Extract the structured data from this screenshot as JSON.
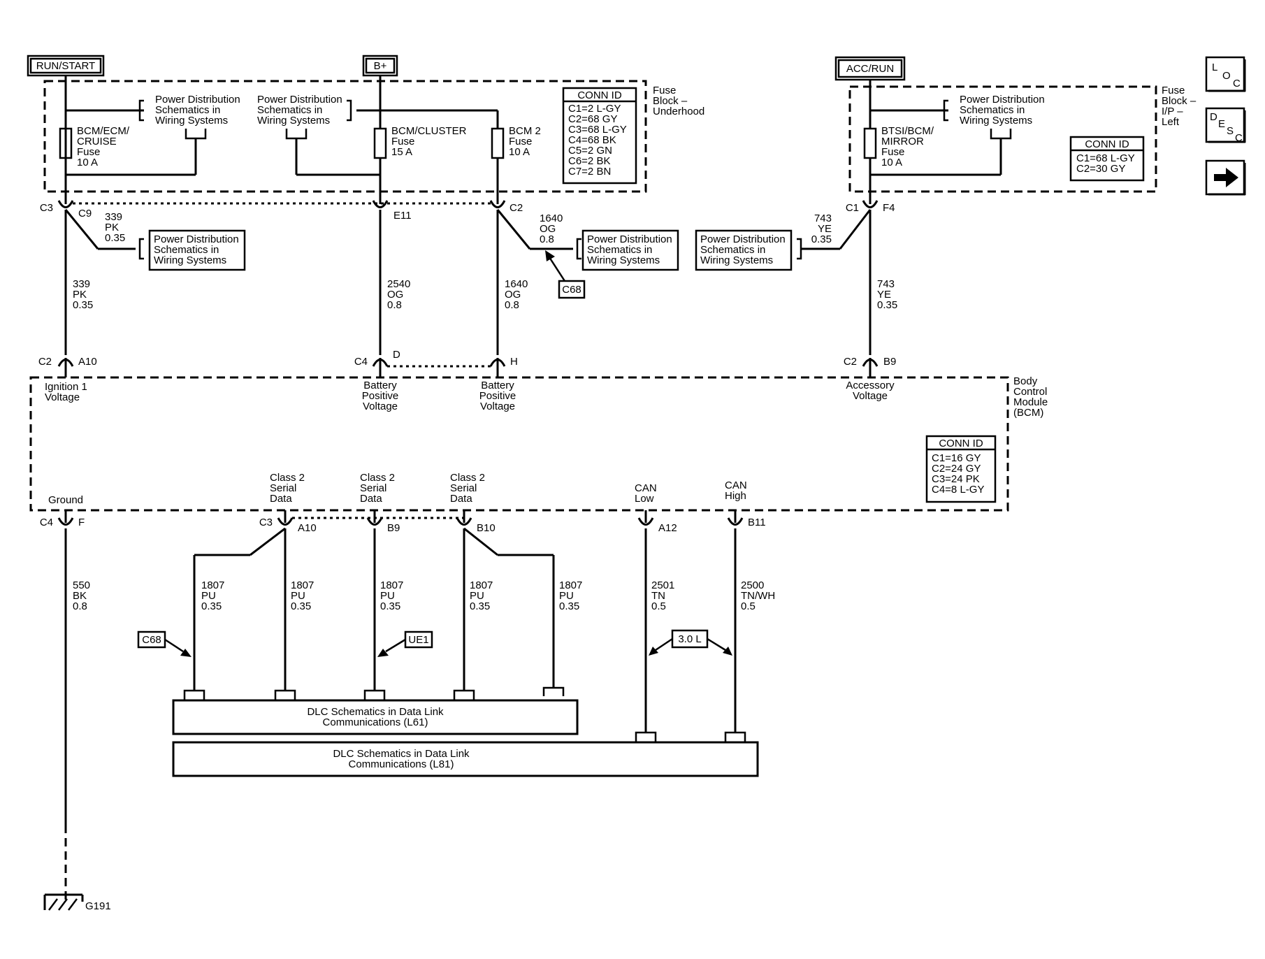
{
  "power_sources": {
    "run_start": "RUN/START",
    "b_plus": "B+",
    "acc_run": "ACC/RUN"
  },
  "nav_buttons": {
    "loc": [
      "L",
      "O",
      "C"
    ],
    "desc": [
      "D",
      "E",
      "S",
      "C"
    ]
  },
  "fuse_block_underhood": {
    "label": [
      "Fuse",
      "Block –",
      "Underhood"
    ],
    "conn_id_title": "CONN ID",
    "conn_id": [
      "C1=2 L-GY",
      "C2=68 GY",
      "C3=68 L-GY",
      "C4=68 BK",
      "C5=2 GN",
      "C6=2 BK",
      "C7=2 BN"
    ],
    "fuse_bcm_ecm": [
      "BCM/ECM/",
      "CRUISE",
      "Fuse",
      "10 A"
    ],
    "fuse_bcm_cluster": [
      "BCM/CLUSTER",
      "Fuse",
      "15 A"
    ],
    "fuse_bcm2": [
      "BCM 2",
      "Fuse",
      "10 A"
    ],
    "pds_1": [
      "Power Distribution",
      "Schematics in",
      "Wiring Systems"
    ],
    "pds_2": [
      "Power Distribution",
      "Schematics in",
      "Wiring Systems"
    ]
  },
  "fuse_block_ip": {
    "label": [
      "Fuse",
      "Block –",
      "I/P –",
      "Left"
    ],
    "conn_id_title": "CONN ID",
    "conn_id": [
      "C1=68 L-GY",
      "C2=30 GY"
    ],
    "fuse_btsi": [
      "BTSI/BCM/",
      "MIRROR",
      "Fuse",
      "10 A"
    ],
    "pds": [
      "Power Distribution",
      "Schematics in",
      "Wiring Systems"
    ]
  },
  "pds_boxes": {
    "left": [
      "Power Distribution",
      "Schematics in",
      "Wiring Systems"
    ],
    "mid": [
      "Power Distribution",
      "Schematics in",
      "Wiring Systems"
    ],
    "right": [
      "Power Distribution",
      "Schematics in",
      "Wiring Systems"
    ]
  },
  "upper_pins": {
    "c3": "C3",
    "c9": "C9",
    "e11": "E11",
    "c2": "C2",
    "c1": "C1",
    "f4": "F4"
  },
  "upper_wires": {
    "w339_branch": [
      "339",
      "PK",
      "0.35"
    ],
    "w339": [
      "339",
      "PK",
      "0.35"
    ],
    "w2540": [
      "2540",
      "OG",
      "0.8"
    ],
    "w1640": [
      "1640",
      "OG",
      "0.8"
    ],
    "w1640_branch": [
      "1640",
      "OG",
      "0.8"
    ],
    "w743": [
      "743",
      "YE",
      "0.35"
    ],
    "w743_branch": [
      "743",
      "YE",
      "0.35"
    ]
  },
  "c68_tag_upper": "C68",
  "bcm": {
    "label": [
      "Body",
      "Control",
      "Module",
      "(BCM)"
    ],
    "conn_id_title": "CONN ID",
    "conn_id": [
      "C1=16 GY",
      "C2=24 GY",
      "C3=24 PK",
      "C4=8 L-GY"
    ],
    "ignition": [
      "Ignition 1",
      "Voltage"
    ],
    "batt1": [
      "Battery",
      "Positive",
      "Voltage"
    ],
    "batt2": [
      "Battery",
      "Positive",
      "Voltage"
    ],
    "accessory": [
      "Accessory",
      "Voltage"
    ],
    "ground": "Ground",
    "class2_a": [
      "Class 2",
      "Serial",
      "Data"
    ],
    "class2_b": [
      "Class 2",
      "Serial",
      "Data"
    ],
    "class2_c": [
      "Class 2",
      "Serial",
      "Data"
    ],
    "can_low": [
      "CAN",
      "Low"
    ],
    "can_high": [
      "CAN",
      "High"
    ]
  },
  "bcm_top_pins": {
    "c2": "C2",
    "a10": "A10",
    "c4": "C4",
    "d": "D",
    "h": "H",
    "c2b": "C2",
    "b9": "B9"
  },
  "bcm_bottom_pins": {
    "c4": "C4",
    "f": "F",
    "c3": "C3",
    "a10": "A10",
    "b9": "B9",
    "b10": "B10",
    "a12": "A12",
    "b11": "B11"
  },
  "lower_wires": {
    "w550": [
      "550",
      "BK",
      "0.8"
    ],
    "w1807_1": [
      "1807",
      "PU",
      "0.35"
    ],
    "w1807_2": [
      "1807",
      "PU",
      "0.35"
    ],
    "w1807_3": [
      "1807",
      "PU",
      "0.35"
    ],
    "w1807_4": [
      "1807",
      "PU",
      "0.35"
    ],
    "w1807_5": [
      "1807",
      "PU",
      "0.35"
    ],
    "w2501": [
      "2501",
      "TN",
      "0.5"
    ],
    "w2500": [
      "2500",
      "TN/WH",
      "0.5"
    ]
  },
  "tags": {
    "c68": "C68",
    "ue1": "UE1",
    "l30": "3.0 L"
  },
  "dlc_l61": [
    "DLC Schematics in Data Link",
    "Communications (L61)"
  ],
  "dlc_l81": [
    "DLC Schematics in Data Link",
    "Communications (L81)"
  ],
  "ground": "G191"
}
